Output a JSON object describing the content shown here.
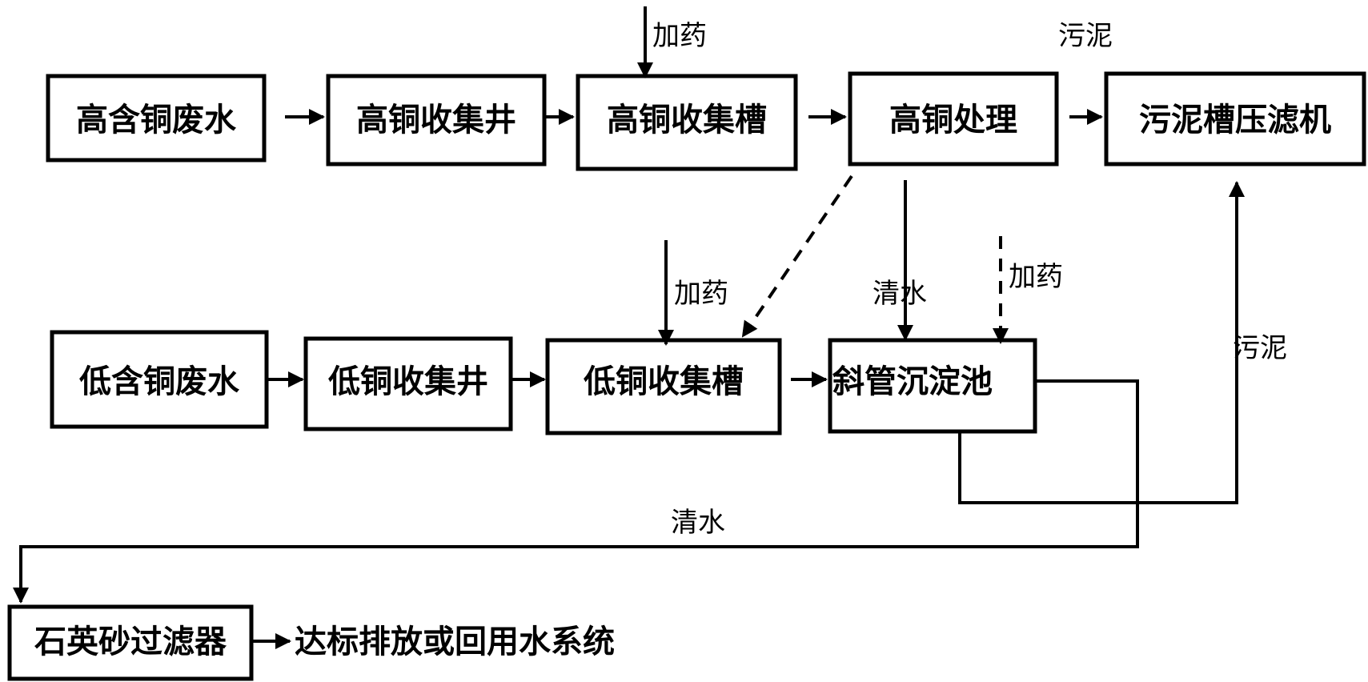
{
  "nodes": {
    "high_wastewater": "高含铜废水",
    "high_well": "高铜收集井",
    "high_tank": "高铜收集槽",
    "high_treat": "高铜处理",
    "sludge_press": "污泥槽压滤机",
    "low_wastewater": "低含铜废水",
    "low_well": "低铜收集井",
    "low_tank": "低铜收集槽",
    "settling": "斜管沉淀池",
    "sand_filter": "石英砂过滤器",
    "discharge": "达标排放或回用水系统"
  },
  "labels": {
    "dose_top": "加药",
    "sludge_top": "污泥",
    "dose_mid": "加药",
    "clean_mid": "清水",
    "dose_right": "加药",
    "sludge_right": "污泥",
    "clean_bottom": "清水"
  }
}
